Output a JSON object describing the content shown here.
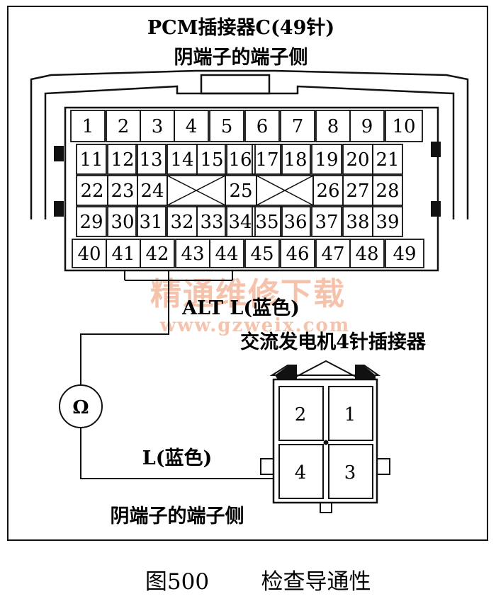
{
  "pcm": {
    "title": "PCM插接器C(49针)",
    "subtitle": "阴端子的端子侧",
    "rows": [
      [
        "1",
        "2",
        "3",
        "4",
        "5",
        "6",
        "7",
        "8",
        "9",
        "10"
      ],
      [
        "11",
        "12",
        "13",
        "14",
        "15",
        "16",
        "17",
        "18",
        "19",
        "20",
        "21"
      ],
      [
        "22",
        "23",
        "24",
        "25",
        "26",
        "27",
        "28"
      ],
      [
        "29",
        "30",
        "31",
        "32",
        "33",
        "34",
        "35",
        "36",
        "37",
        "38",
        "39"
      ],
      [
        "40",
        "41",
        "42",
        "43",
        "44",
        "45",
        "46",
        "47",
        "48",
        "49"
      ]
    ]
  },
  "wires": {
    "upper": "ALT L(蓝色)",
    "lower": "L(蓝色)"
  },
  "meter": {
    "symbol": "Ω"
  },
  "alternator": {
    "title": "交流发电机4针插接器",
    "pins": [
      "2",
      "1",
      "4",
      "3"
    ],
    "side_label": "阴端子的端子侧"
  },
  "watermark": {
    "line1": "精通维修下载",
    "line2": "www.gzweix.com"
  },
  "caption": {
    "figure": "图500",
    "text": "检查导通性"
  }
}
